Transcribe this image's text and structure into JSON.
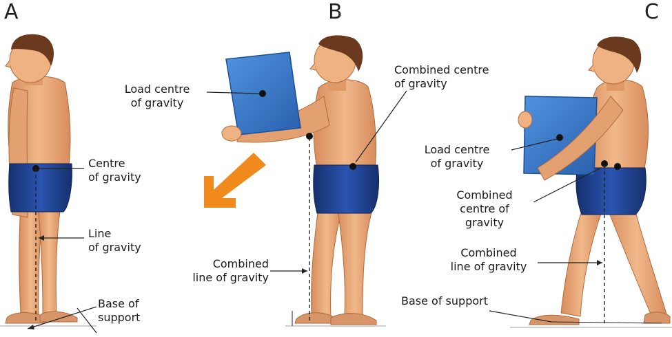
{
  "panels": [
    {
      "letter": "A",
      "labels": {
        "centre_of_gravity": [
          "Centre",
          "of gravity"
        ],
        "line_of_gravity": [
          "Line",
          "of gravity"
        ],
        "base_of_support": [
          "Base of",
          "support"
        ]
      }
    },
    {
      "letter": "B",
      "labels": {
        "load_centre_of_gravity": [
          "Load centre",
          "of gravity"
        ],
        "combined_centre_of_gravity": [
          "Combined centre",
          "of gravity"
        ],
        "combined_line_of_gravity": [
          "Combined",
          "line of gravity"
        ]
      }
    },
    {
      "letter": "C",
      "labels": {
        "load_centre_of_gravity": [
          "Load centre",
          "of gravity"
        ],
        "combined_centre_of_gravity": [
          "Combined",
          "centre of",
          "gravity"
        ],
        "combined_line_of_gravity": [
          "Combined",
          "line of gravity"
        ],
        "base_of_support": [
          "Base of support"
        ]
      }
    }
  ],
  "colors": {
    "skin": "#e8a878",
    "skin_shadow": "#c97a4a",
    "hair": "#6b3a1e",
    "shorts": "#1e3f8a",
    "box": "#3a78c9",
    "arrow": "#f08a1c",
    "line": "#222222"
  },
  "icons": {
    "movement_arrow": "orange-diagonal-arrow"
  }
}
